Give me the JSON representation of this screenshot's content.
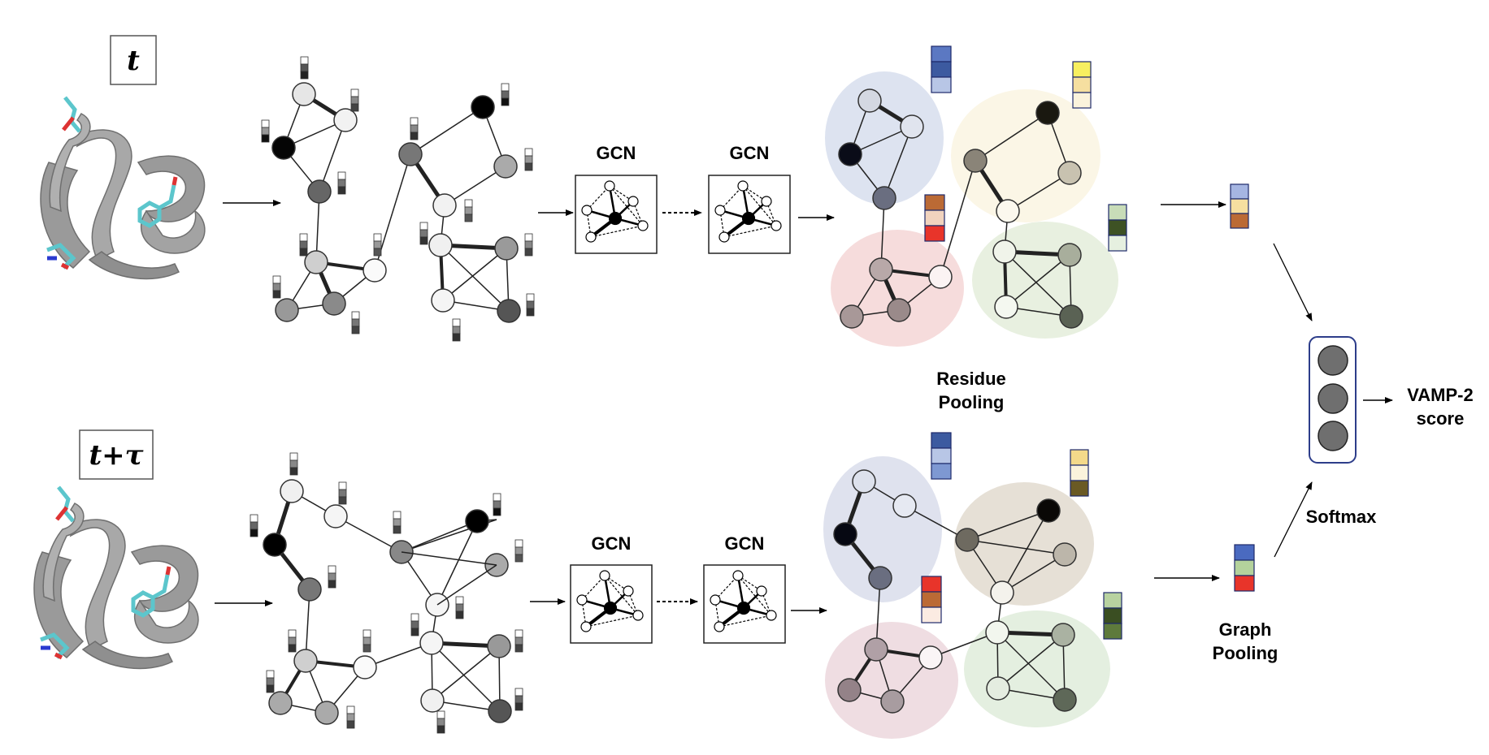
{
  "rows": [
    {
      "time_label": "t",
      "gcn1": "GCN",
      "gcn2": "GCN",
      "pool_label_1": "Residue",
      "pool_label_2": "Pooling"
    },
    {
      "time_label": "t+τ",
      "gcn1": "GCN",
      "gcn2": "GCN",
      "pool_label_1": "Graph",
      "pool_label_2": "Pooling"
    }
  ],
  "output": {
    "activation": "Softmax",
    "score_line1": "VAMP-2",
    "score_line2": "score"
  },
  "colors": {
    "protein_ribbon": "#9a9a9a",
    "sidechain": "#5cc6cc",
    "cluster_blue": "#dde3f0",
    "cluster_red": "#f6dcdc",
    "cluster_yellow": "#fbf6e6",
    "cluster_green": "#e8f0e0",
    "cluster_tan": "#e6e0d6"
  },
  "icons": [
    "protein-structure-icon",
    "graph-node",
    "feature-vector-icon",
    "gcn-layer-icon",
    "arrow-icon"
  ]
}
